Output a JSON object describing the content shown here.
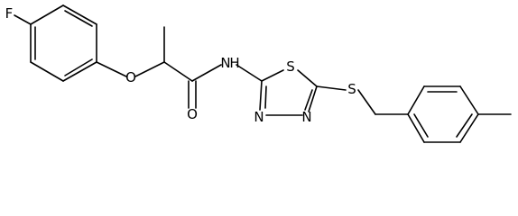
{
  "atoms": {
    "fluorine": "F",
    "ether_oxygen": "O",
    "carbonyl_oxygen": "O",
    "amide_nh": "N",
    "amide_nh_h": "H",
    "ring_sulfur": "S",
    "thioether_sulfur": "S",
    "ring_n3": "N",
    "ring_n4": "N"
  },
  "colors": {
    "line": "#000000",
    "background": "#ffffff"
  }
}
